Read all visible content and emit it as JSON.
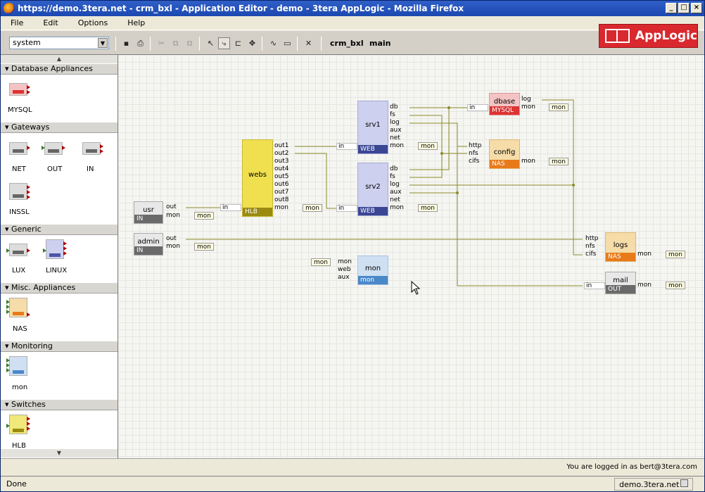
{
  "window": {
    "title": "https://demo.3tera.net - crm_bxl - Application Editor - demo - 3tera AppLogic - Mozilla Firefox"
  },
  "menu": [
    "File",
    "Edit",
    "Options",
    "Help"
  ],
  "toolbar": {
    "catalog_select": "system",
    "app_name": "crm_bxl",
    "assembly": "main"
  },
  "logo": {
    "text": "AppLogic"
  },
  "palette": {
    "categories": [
      {
        "label": "Database Appliances",
        "items": [
          "MYSQL"
        ]
      },
      {
        "label": "Gateways",
        "items": [
          "NET",
          "OUT",
          "IN",
          "INSSL"
        ]
      },
      {
        "label": "Generic",
        "items": [
          "LUX",
          "LINUX"
        ]
      },
      {
        "label": "Misc. Appliances",
        "items": [
          "NAS"
        ]
      },
      {
        "label": "Monitoring",
        "items": [
          "mon"
        ]
      },
      {
        "label": "Switches",
        "items": [
          "HLB"
        ]
      }
    ]
  },
  "components": {
    "usr": {
      "name": "usr",
      "type": "IN",
      "ports": [
        "out",
        "mon"
      ]
    },
    "admin": {
      "name": "admin",
      "type": "IN",
      "ports": [
        "out",
        "mon"
      ]
    },
    "webs": {
      "name": "webs",
      "type": "HLB",
      "in": "in",
      "ports": [
        "out1",
        "out2",
        "out3",
        "out4",
        "out5",
        "out6",
        "out7",
        "out8",
        "mon"
      ]
    },
    "srv1": {
      "name": "srv1",
      "type": "WEB",
      "in": "in",
      "ports": [
        "db",
        "fs",
        "log",
        "aux",
        "net",
        "mon"
      ]
    },
    "srv2": {
      "name": "srv2",
      "type": "WEB",
      "in": "in",
      "ports": [
        "db",
        "fs",
        "log",
        "aux",
        "net",
        "mon"
      ]
    },
    "dbase": {
      "name": "dbase",
      "type": "MYSQL",
      "in": "in",
      "ports": [
        "log",
        "mon"
      ]
    },
    "config": {
      "name": "config",
      "type": "NAS",
      "ins": [
        "http",
        "nfs",
        "cifs"
      ],
      "ports": [
        "mon"
      ]
    },
    "monc": {
      "name": "mon",
      "type": "mon",
      "ins": [
        "mon",
        "web",
        "aux"
      ]
    },
    "logs": {
      "name": "logs",
      "type": "NAS",
      "ins": [
        "http",
        "nfs",
        "cifs"
      ],
      "ports": [
        "mon"
      ]
    },
    "mail": {
      "name": "mail",
      "type": "OUT",
      "in": "in",
      "ports": [
        "mon"
      ]
    }
  },
  "tags": {
    "mon": "mon"
  },
  "status": {
    "login": "You are logged in as bert@3tera.com",
    "state": "Done",
    "host": "demo.3tera.net"
  }
}
